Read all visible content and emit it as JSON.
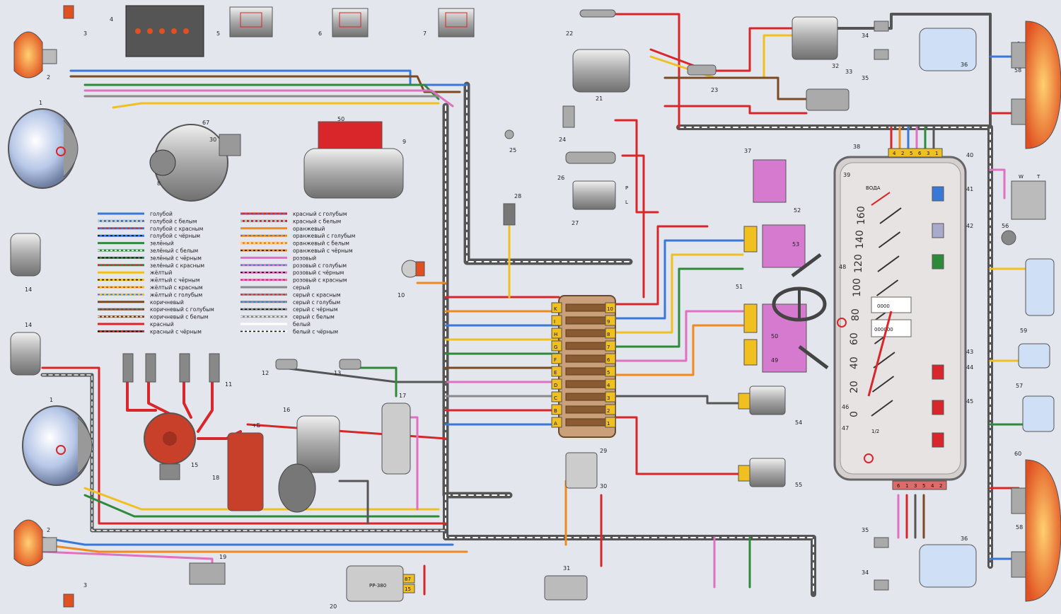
{
  "legend": {
    "left": [
      {
        "label": "голубой",
        "c1": "#3a78d8",
        "c2": null
      },
      {
        "label": "голубой с белым",
        "c1": "#3a78d8",
        "c2": "#ffffff"
      },
      {
        "label": "голубой с красным",
        "c1": "#3a78d8",
        "c2": "#d8262a"
      },
      {
        "label": "голубой с чёрным",
        "c1": "#3a78d8",
        "c2": "#111111"
      },
      {
        "label": "зелёный",
        "c1": "#2e8a3a",
        "c2": null
      },
      {
        "label": "зелёный с белым",
        "c1": "#2e8a3a",
        "c2": "#ffffff"
      },
      {
        "label": "зелёный с чёрным",
        "c1": "#2e8a3a",
        "c2": "#111111"
      },
      {
        "label": "зелёный с красным",
        "c1": "#2e8a3a",
        "c2": "#d8262a"
      },
      {
        "label": "жёлтый",
        "c1": "#f0c020",
        "c2": null
      },
      {
        "label": "жёлтый с чёрным",
        "c1": "#f0c020",
        "c2": "#111111"
      },
      {
        "label": "жёлтый с красным",
        "c1": "#f0c020",
        "c2": "#d8262a"
      },
      {
        "label": "жёлтый с голубым",
        "c1": "#f0c020",
        "c2": "#3a78d8"
      },
      {
        "label": "коричневый",
        "c1": "#7a4a22",
        "c2": null
      },
      {
        "label": "коричневый с голубым",
        "c1": "#7a4a22",
        "c2": "#3a78d8"
      },
      {
        "label": "коричневый с белым",
        "c1": "#7a4a22",
        "c2": "#ffffff"
      },
      {
        "label": "красный",
        "c1": "#d8262a",
        "c2": null
      },
      {
        "label": "красный с чёрным",
        "c1": "#d8262a",
        "c2": "#111111"
      }
    ],
    "right": [
      {
        "label": "красный с голубым",
        "c1": "#d8262a",
        "c2": "#3a78d8"
      },
      {
        "label": "красный с белым",
        "c1": "#d8262a",
        "c2": "#ffffff"
      },
      {
        "label": "оранжевый",
        "c1": "#ee8a20",
        "c2": null
      },
      {
        "label": "оранжевый с голубым",
        "c1": "#ee8a20",
        "c2": "#3a78d8"
      },
      {
        "label": "оранжевый с белым",
        "c1": "#ee8a20",
        "c2": "#ffffff"
      },
      {
        "label": "оранжевый с чёрным",
        "c1": "#ee8a20",
        "c2": "#111111"
      },
      {
        "label": "розовый",
        "c1": "#e070c0",
        "c2": null
      },
      {
        "label": "розовый с голубым",
        "c1": "#e070c0",
        "c2": "#3a78d8"
      },
      {
        "label": "розовый с чёрным",
        "c1": "#e070c0",
        "c2": "#111111"
      },
      {
        "label": "розовый с красным",
        "c1": "#e070c0",
        "c2": "#d8262a"
      },
      {
        "label": "серый",
        "c1": "#8a8a8a",
        "c2": null
      },
      {
        "label": "серый с красным",
        "c1": "#8a8a8a",
        "c2": "#d8262a"
      },
      {
        "label": "серый с голубым",
        "c1": "#8a8a8a",
        "c2": "#3a78d8"
      },
      {
        "label": "серый с чёрным",
        "c1": "#8a8a8a",
        "c2": "#111111"
      },
      {
        "label": "серый с белым",
        "c1": "#8a8a8a",
        "c2": "#ffffff"
      },
      {
        "label": "белый",
        "c1": "#ffffff",
        "c2": null
      },
      {
        "label": "белый с чёрным",
        "c1": "#ffffff",
        "c2": "#111111"
      }
    ]
  },
  "components": {
    "n1a": "1",
    "n1b": "1",
    "n2a": "2",
    "n2b": "2",
    "n3a": "3",
    "n3b": "3",
    "n4": "4",
    "n5": "5",
    "n6": "6",
    "n7": "7",
    "n8": "8",
    "n9": "9",
    "n10": "10",
    "n11": "11",
    "n12": "12",
    "n13": "13",
    "n14a": "14",
    "n14b": "14",
    "n15": "15",
    "n16": "16",
    "n17": "17",
    "n18": "18",
    "n19": "19",
    "n20": "20",
    "n21": "21",
    "n22": "22",
    "n23": "23",
    "n24": "24",
    "n25": "25",
    "n26": "26",
    "n27": "27",
    "n28": "28",
    "n29": "29",
    "n30": "30",
    "n31": "31",
    "n32": "32",
    "n33": "33",
    "n34a": "34",
    "n34b": "34",
    "n35a": "35",
    "n35b": "35",
    "n36a": "36",
    "n36b": "36",
    "n37": "37",
    "n38": "38",
    "n39": "39",
    "n40": "40",
    "n41": "41",
    "n42": "42",
    "n43": "43",
    "n44": "44",
    "n45": "45",
    "n46": "46",
    "n47": "47",
    "n48": "48",
    "n49": "49",
    "n50": "50",
    "n51": "51",
    "n52": "52",
    "n53": "53",
    "n54": "54",
    "n55": "55",
    "n56": "56",
    "n57": "57",
    "n58a": "58",
    "n58b": "58",
    "n59": "59",
    "n60": "60",
    "n67": "67",
    "n30g": "30",
    "n50s": "50"
  },
  "labels": {
    "plus_b": "+Б",
    "relay_model": "PP-380",
    "relay_pin_87": "87",
    "relay_pin_15": "15",
    "voda": "ВОДА",
    "meter_top_pins": [
      "4",
      "2",
      "5",
      "6",
      "3",
      "1"
    ],
    "meter_bottom_pins": [
      "6",
      "1",
      "3",
      "5",
      "4",
      "2"
    ],
    "pin_w": "W",
    "pin_p": "P",
    "pin_l": "L",
    "pin_t": "T",
    "odometer": "000000",
    "trip": "0000",
    "unit_1_2": "1/2",
    "fuse_left_letters": [
      "A",
      "B",
      "C",
      "D",
      "E",
      "F",
      "G",
      "H",
      "I",
      "K"
    ],
    "fuse_numbers": [
      "1",
      "2",
      "3",
      "4",
      "5",
      "6",
      "7",
      "8",
      "9",
      "10"
    ],
    "speeds": [
      "0",
      "20",
      "40",
      "60",
      "80",
      "100",
      "120",
      "140",
      "160"
    ]
  },
  "colors": {
    "red": "#d8262a",
    "blue": "#3a78d8",
    "green": "#2e8a3a",
    "yellow": "#f0c020",
    "brown": "#7a4a22",
    "orange": "#ee8a20",
    "pink": "#e070c0",
    "grey": "#8a8a8a",
    "black": "#222222",
    "white": "#ffffff",
    "background": "#e4e6ee",
    "magenta": "#d67ad0"
  }
}
